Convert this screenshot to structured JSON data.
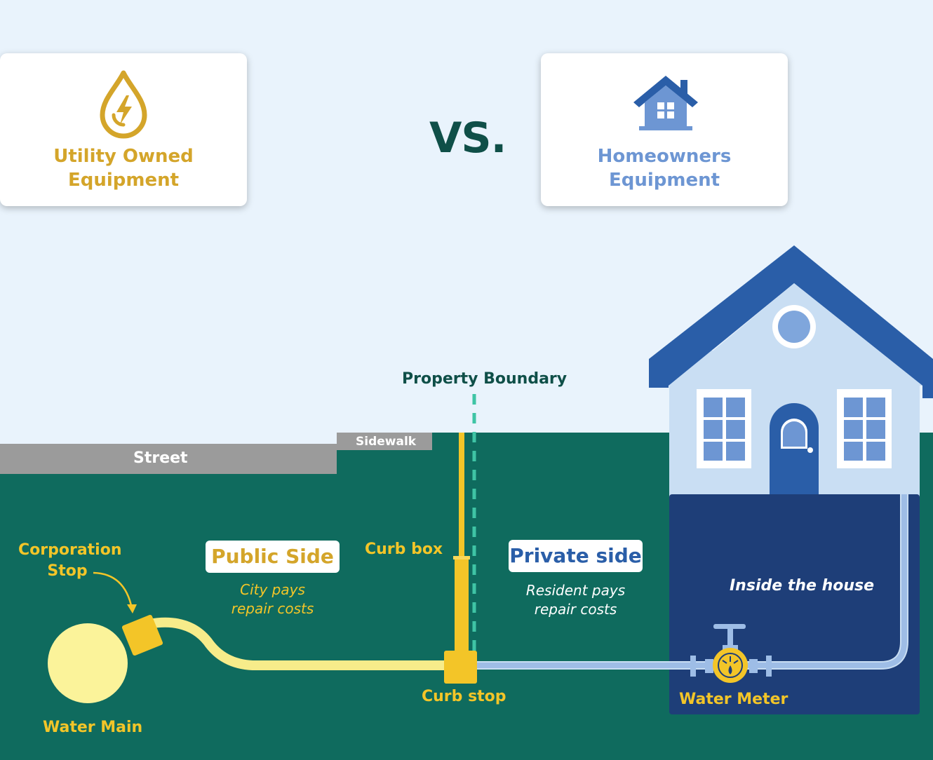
{
  "cards": {
    "utility": {
      "title": "Utility Owned\nEquipment",
      "icon": "water-drop-lightning-icon"
    },
    "homeowner": {
      "title": "Homeowners\nEquipment",
      "icon": "house-icon"
    }
  },
  "vs_label": "VS.",
  "labels": {
    "property_boundary": "Property Boundary",
    "street": "Street",
    "sidewalk": "Sidewalk",
    "corporation_stop": "Corporation\nStop",
    "curb_box": "Curb box",
    "curb_stop": "Curb stop",
    "water_main": "Water Main",
    "water_meter": "Water Meter",
    "inside_house": "Inside the house"
  },
  "sides": {
    "public": {
      "title": "Public Side",
      "note": "City pays\nrepair costs"
    },
    "private": {
      "title": "Private side",
      "note": "Resident pays\nrepair costs"
    }
  },
  "colors": {
    "sky": "#e9f3fc",
    "ground": "#0f6b5e",
    "utility_yellow": "#f3c528",
    "private_pipe": "#9ebde6",
    "house_roof": "#2a5ea8",
    "house_wall": "#c9def3",
    "basement": "#1e3e78",
    "boundary_dash": "#3fc4a5"
  }
}
